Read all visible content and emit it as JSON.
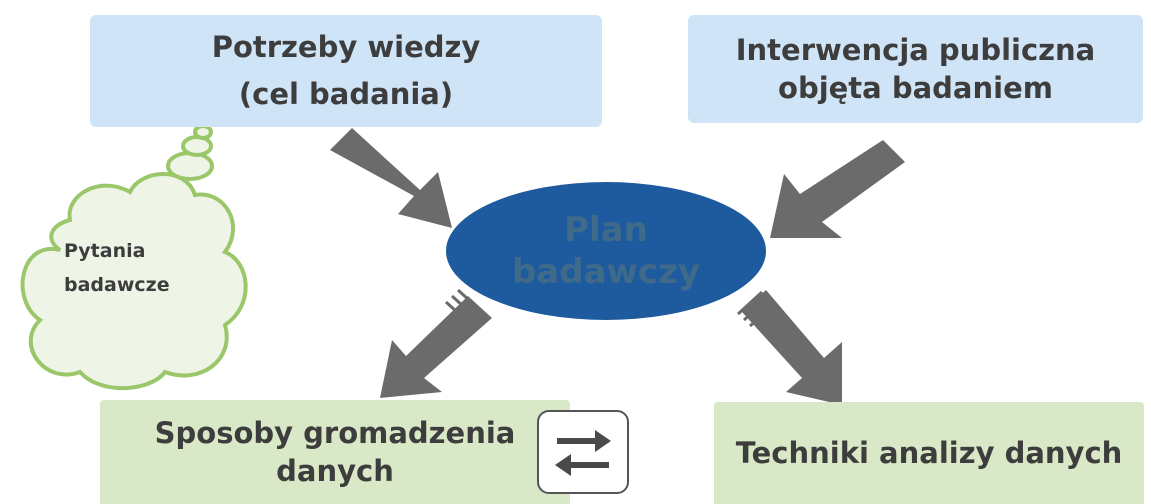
{
  "nodes": {
    "knowledge_needs": {
      "line1": "Potrzeby wiedzy",
      "line2": "(cel badania)"
    },
    "public_intervention": {
      "line1": "Interwencja publiczna",
      "line2": "objęta badaniem"
    },
    "research_plan": {
      "line1": "Plan",
      "line2": "badawczy"
    },
    "research_questions": {
      "line1": "Pytania",
      "line2": "badawcze"
    },
    "data_collection": {
      "line1": "Sposoby gromadzenia",
      "line2": "danych"
    },
    "data_analysis": {
      "line1": "Techniki analizy danych"
    }
  },
  "icons": {
    "swap": "swap-arrows-icon",
    "cloud": "thought-cloud-icon"
  },
  "colors": {
    "top_boxes": "#cfe4f6",
    "bottom_boxes": "#d9e8c6",
    "ellipse": "#1e5b9e",
    "arrows": "#6b6b6b",
    "cloud_outline": "#9bc76b"
  }
}
